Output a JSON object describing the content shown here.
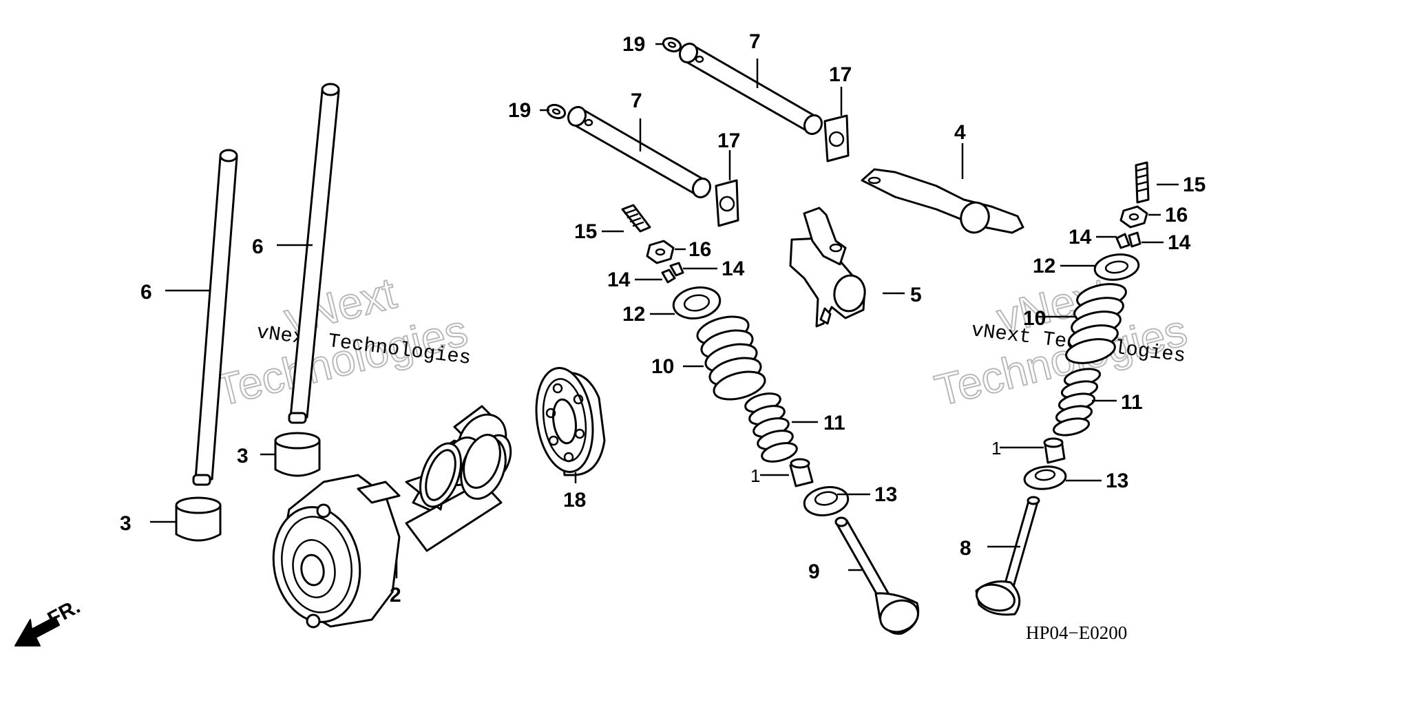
{
  "diagram": {
    "code": "HP04−E0200",
    "front_indicator": "FR.",
    "watermark": {
      "brand": "vNext",
      "full": "vNext Technologies",
      "word": "Technologies"
    }
  },
  "callouts": {
    "c1": "1",
    "c2": "2",
    "c3": "3",
    "c4": "4",
    "c5": "5",
    "c6": "6",
    "c7": "7",
    "c8": "8",
    "c9": "9",
    "c10": "10",
    "c11": "11",
    "c12": "12",
    "c13": "13",
    "c14": "14",
    "c15": "15",
    "c16": "16",
    "c17": "17",
    "c18": "18",
    "c19": "19"
  }
}
